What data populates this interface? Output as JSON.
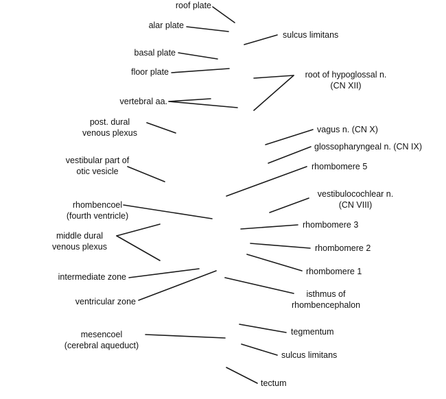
{
  "colors": {
    "line": "#1a1a1a",
    "text": "#111111",
    "background": "#ffffff"
  },
  "labels": {
    "roof_plate": [
      "roof plate"
    ],
    "alar_plate": [
      "alar plate"
    ],
    "sulcus_limitans_upper": [
      "sulcus limitans"
    ],
    "basal_plate": [
      "basal plate"
    ],
    "floor_plate": [
      "floor plate"
    ],
    "root_hypoglossal": [
      "root of hypoglossal n.",
      "(CN XII)"
    ],
    "vertebral_aa": [
      "vertebral aa."
    ],
    "post_dural": [
      "post. dural",
      "venous plexus"
    ],
    "vagus": [
      "vagus n. (CN X)"
    ],
    "glossopharyngeal": [
      "glossopharyngeal n. (CN IX)"
    ],
    "vestibular_otic": [
      "vestibular part of",
      "otic vesicle"
    ],
    "rhombomere5": [
      "rhombomere 5"
    ],
    "vestibulocochlear": [
      "vestibulocochlear n.",
      "(CN VIII)"
    ],
    "rhombencoel": [
      "rhombencoel",
      "(fourth ventricle)"
    ],
    "rhombomere3": [
      "rhombomere 3"
    ],
    "middle_dural": [
      "middle dural",
      "venous plexus"
    ],
    "rhombomere2": [
      "rhombomere 2"
    ],
    "rhombomere1": [
      "rhombomere 1"
    ],
    "intermediate_zone": [
      "intermediate zone"
    ],
    "isthmus": [
      "isthmus of",
      "rhombencephalon"
    ],
    "ventricular_zone": [
      "ventricular zone"
    ],
    "tegmentum": [
      "tegmentum"
    ],
    "mesencoel": [
      "mesencoel",
      "(cerebral aqueduct)"
    ],
    "sulcus_limitans_lower": [
      "sulcus limitans"
    ],
    "tectum": [
      "tectum"
    ]
  }
}
